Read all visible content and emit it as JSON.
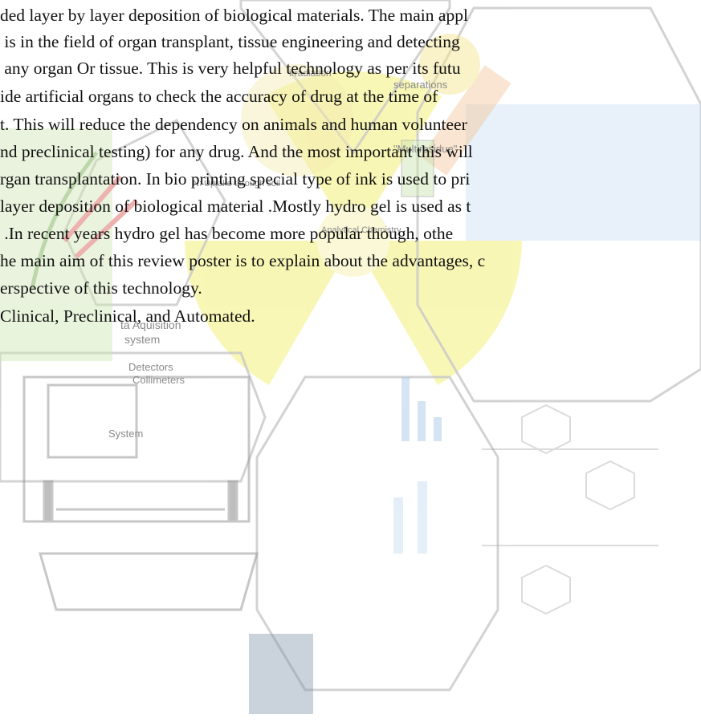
{
  "paragraph": {
    "lines": [
      "ded layer by layer deposition of biological materials. The main appl",
      " is in the field of organ transplant, tissue engineering and detecting",
      " any organ Or tissue. This is very helpful technology as per its futu",
      "ide artificial organs to check the accuracy of drug at the time of",
      "t. This will reduce the dependency on animals and human volunteer",
      "nd preclinical testing) for any drug. And the most important this will",
      "rgan transplantation. In bio printing special type of ink is used to pri",
      "layer deposition of biological material .Mostly hydro gel is used as t",
      " .In recent years hydro gel has become more popular though, othe",
      "he main aim of this review poster is to explain about the advantages, c",
      "erspective of this technology."
    ],
    "keywords": "Clinical, Preclinical, and Automated."
  },
  "background": {
    "labels": {
      "detectors": "Detectors",
      "collimeters": "Collimeters",
      "system": "System",
      "data_acquisition": "ta Aquisition",
      "system2": "system",
      "separations": "separations",
      "multiresidue": "\"Multiresidue\"",
      "irradiation": "irradiation",
      "environmental": "Analytical Chemistry",
      "uptake": "N: Uptake through soil"
    },
    "colors": {
      "hexagon_stroke": "#c8c8c8",
      "yellow": "#f3f07a",
      "green": "#b9d89a",
      "orange": "#f2c79a",
      "blue": "#bcd6ee"
    }
  }
}
